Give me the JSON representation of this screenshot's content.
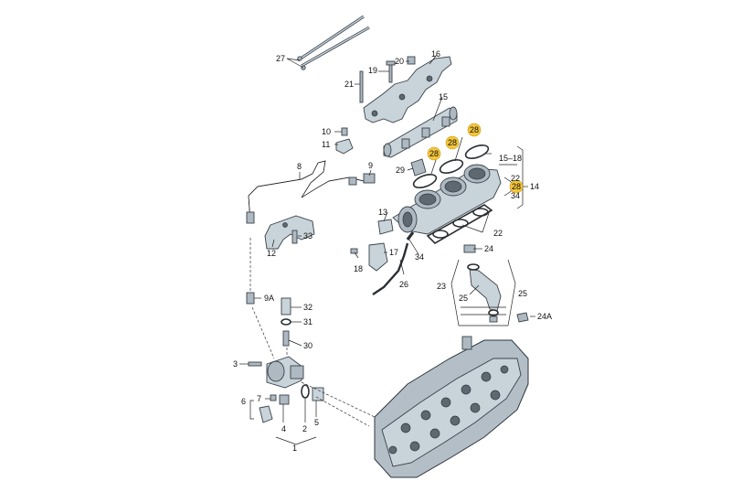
{
  "labels": {
    "l1": "1",
    "l2": "2",
    "l3": "3",
    "l4": "4",
    "l5": "5",
    "l6": "6",
    "l7": "7",
    "l8": "8",
    "l9": "9",
    "l9a": "9A",
    "l10": "10",
    "l11": "11",
    "l12": "12",
    "l13": "13",
    "l14": "14",
    "l15": "15",
    "l16": "16",
    "l17": "17",
    "l18": "18",
    "l19": "19",
    "l20": "20",
    "l21": "21",
    "l22a": "22",
    "l22b": "22",
    "l23": "23",
    "l24": "24",
    "l24a": "24A",
    "l25a": "25",
    "l25b": "25",
    "l26": "26",
    "l27": "27",
    "l28a": "28",
    "l28b": "28",
    "l28c": "28",
    "l28d": "28",
    "l29": "29",
    "l30": "30",
    "l31": "31",
    "l32": "32",
    "l33": "33",
    "l34a": "34",
    "l34b": "34",
    "l1518": "15–18"
  },
  "colors": {
    "highlight": "#f3c53a",
    "part_fill": "#c9d3da",
    "line": "#222222"
  }
}
